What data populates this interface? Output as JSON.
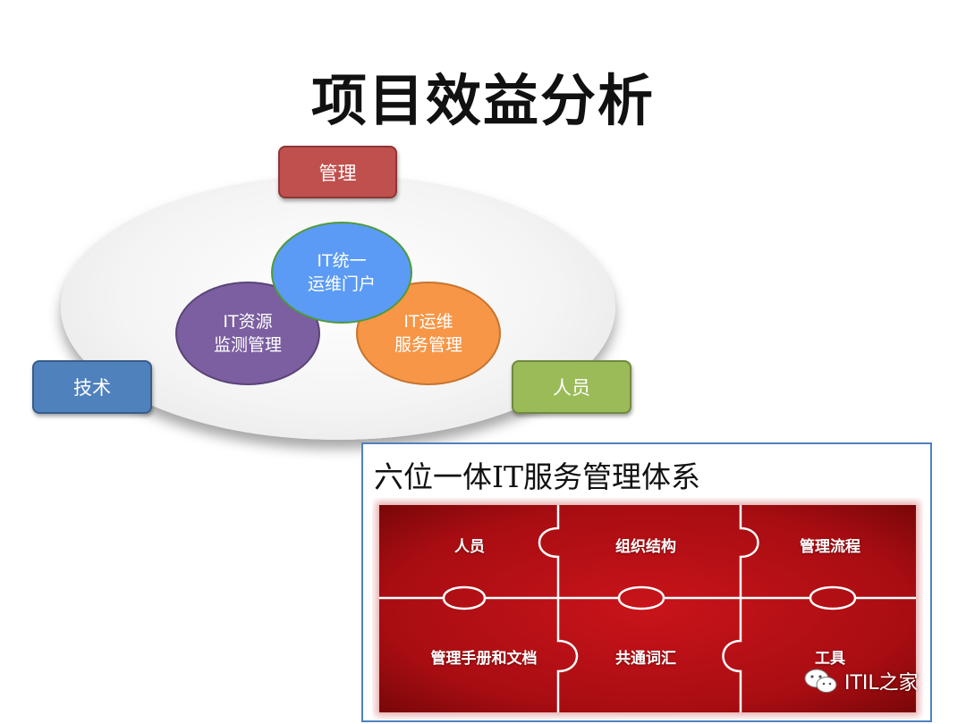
{
  "title": "项目效益分析",
  "ellipse_diagram": {
    "top_box": "管理",
    "left_box": "技术",
    "right_box": "人员",
    "circle_portal": {
      "line1": "IT统一",
      "line2": "运维门户"
    },
    "circle_resource": {
      "line1": "IT资源",
      "line2": "监测管理"
    },
    "circle_ops": {
      "line1": "IT运维",
      "line2": "服务管理"
    },
    "colors": {
      "top_box": "#c0504d",
      "left_box": "#4f81bd",
      "right_box": "#9bbb59",
      "portal": "#5b9bf5",
      "resource": "#7b5fa0",
      "ops": "#f79646"
    }
  },
  "panel": {
    "title": "六位一体IT服务管理体系",
    "pieces": [
      "人员",
      "组织结构",
      "管理流程",
      "管理手册和文档",
      "共通词汇",
      "工具"
    ],
    "color": "#b01010"
  },
  "watermark": "ITIL之家"
}
